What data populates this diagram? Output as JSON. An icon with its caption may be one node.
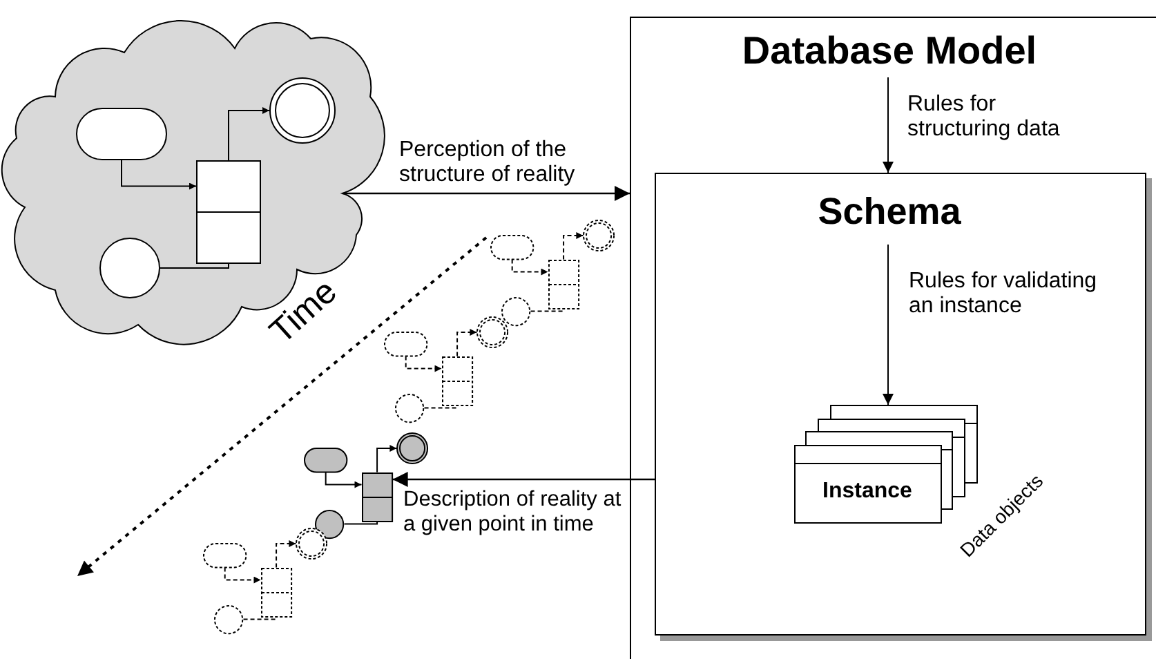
{
  "diagram": {
    "nodes": [
      {
        "text": [
          "Database Model"
        ]
      },
      {
        "text": [
          "Schema"
        ],
        "in": 0
      },
      {
        "text": [
          "Instance"
        ],
        "beside": [
          "Data objects"
        ],
        "in": 1
      },
      {
        "text": [],
        "shape": "cloud"
      },
      {
        "text": [],
        "shape": "pill",
        "in": 3
      },
      {
        "text": [],
        "shape": "ring",
        "in": 3
      },
      {
        "text": [],
        "shape": "box",
        "in": 3
      },
      {
        "text": [],
        "shape": "circle",
        "in": 3
      },
      {
        "text": [],
        "shape": "pill"
      },
      {
        "text": [],
        "shape": "ring"
      },
      {
        "text": [],
        "shape": "box"
      },
      {
        "text": [],
        "shape": "circle"
      },
      {
        "text": [],
        "shape": "pill"
      },
      {
        "text": [],
        "shape": "ring"
      },
      {
        "text": [],
        "shape": "box"
      },
      {
        "text": [],
        "shape": "circle"
      },
      {
        "text": [],
        "shape": "pill"
      },
      {
        "text": [],
        "shape": "ring"
      },
      {
        "text": [],
        "shape": "box"
      },
      {
        "text": [],
        "shape": "circle"
      },
      {
        "text": [],
        "shape": "pill"
      },
      {
        "text": [],
        "shape": "ring"
      },
      {
        "text": [],
        "shape": "box"
      },
      {
        "text": [],
        "shape": "circle"
      }
    ],
    "edges": [
      {
        "from": 3,
        "to": 0,
        "arrow": "to",
        "label": "Perception of the structure of reality"
      },
      {
        "from": 0,
        "to": 1,
        "arrow": "to",
        "label": "Rules for structuring data"
      },
      {
        "from": 1,
        "to": 2,
        "arrow": "to",
        "label": "Rules for validating an instance"
      },
      {
        "from": 1,
        "to": 18,
        "arrow": "to",
        "label": "Description of reality at a given point in time"
      },
      {
        "from": 4,
        "to": 6,
        "arrow": "to"
      },
      {
        "from": 6,
        "to": 5,
        "arrow": "to"
      },
      {
        "from": 7,
        "to": 6,
        "arrow": "none"
      },
      {
        "from": 8,
        "to": 10,
        "arrow": "to",
        "style": "dashed"
      },
      {
        "from": 10,
        "to": 9,
        "arrow": "to",
        "style": "dashed"
      },
      {
        "from": 11,
        "to": 10,
        "arrow": "none",
        "style": "dashed"
      },
      {
        "from": 12,
        "to": 14,
        "arrow": "to",
        "style": "dashed"
      },
      {
        "from": 14,
        "to": 13,
        "arrow": "to",
        "style": "dashed"
      },
      {
        "from": 15,
        "to": 14,
        "arrow": "none",
        "style": "dashed"
      },
      {
        "from": 16,
        "to": 18,
        "arrow": "to"
      },
      {
        "from": 18,
        "to": 17,
        "arrow": "to"
      },
      {
        "from": 19,
        "to": 18,
        "arrow": "none"
      },
      {
        "from": 20,
        "to": 22,
        "arrow": "to",
        "style": "dashed"
      },
      {
        "from": 22,
        "to": 21,
        "arrow": "to",
        "style": "dashed"
      },
      {
        "from": 23,
        "to": 22,
        "arrow": "none",
        "style": "dashed"
      }
    ],
    "labels": [
      "Time"
    ]
  }
}
